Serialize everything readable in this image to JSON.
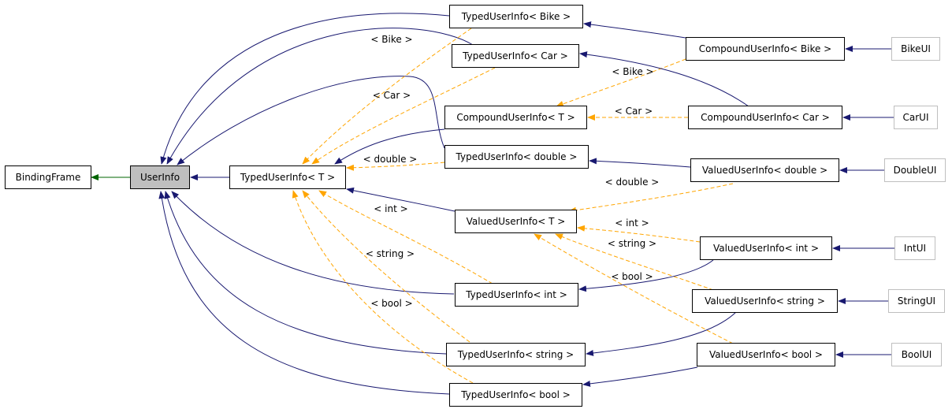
{
  "nodes": {
    "binding_frame": "BindingFrame",
    "user_info": "UserInfo",
    "typed_t": "TypedUserInfo< T >",
    "typed_bike": "TypedUserInfo< Bike >",
    "typed_car": "TypedUserInfo< Car >",
    "compound_t": "CompoundUserInfo< T >",
    "typed_double": "TypedUserInfo< double >",
    "valued_t": "ValuedUserInfo< T >",
    "typed_int": "TypedUserInfo< int >",
    "typed_string": "TypedUserInfo< string >",
    "typed_bool": "TypedUserInfo< bool >",
    "compound_bike": "CompoundUserInfo< Bike >",
    "compound_car": "CompoundUserInfo< Car >",
    "valued_double": "ValuedUserInfo< double >",
    "valued_int": "ValuedUserInfo< int >",
    "valued_string": "ValuedUserInfo< string >",
    "valued_bool": "ValuedUserInfo< bool >",
    "bike_ui": "BikeUI",
    "car_ui": "CarUI",
    "double_ui": "DoubleUI",
    "int_ui": "IntUI",
    "string_ui": "StringUI",
    "bool_ui": "BoolUI"
  },
  "edge_labels": {
    "bike_1": "< Bike >",
    "car_1": "< Car >",
    "bike_2": "< Bike >",
    "car_2": "< Car >",
    "double_1": "< double >",
    "double_2": "< double >",
    "int_1": "< int >",
    "int_2": "< int >",
    "string_1": "< string >",
    "string_2": "< string >",
    "bool_1": "< bool >",
    "bool_2": "< bool >"
  },
  "colors": {
    "inheritance": "#191970",
    "template": "#ffa500",
    "base": "#006400",
    "focus_fill": "#bfbfbf"
  }
}
